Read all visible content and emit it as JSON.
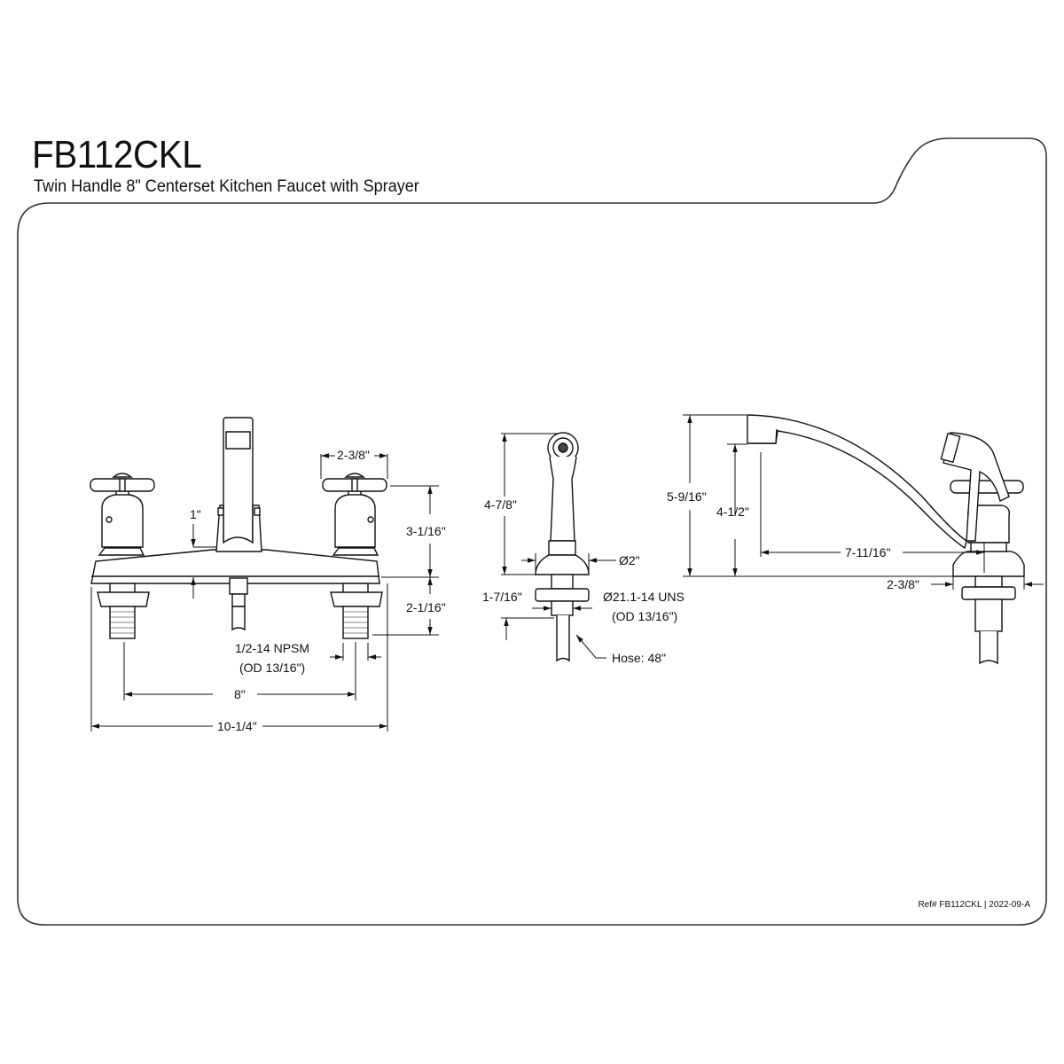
{
  "header": {
    "model": "FB112CKL",
    "description": "Twin Handle 8\" Centerset Kitchen Faucet with Sprayer"
  },
  "footer": {
    "reference": "Ref# FB112CKL | 2022-09-A"
  },
  "front_view": {
    "dimensions": {
      "handle_width": "2-3/8\"",
      "spout_clearance": "1\"",
      "handle_height": "3-1/16\"",
      "shank_length": "2-1/16\"",
      "thread_spec_line1": "1/2-14 NPSM",
      "thread_spec_line2": "(OD 13/16\")",
      "centers": "8\"",
      "overall_width": "10-1/4\""
    }
  },
  "sprayer_view": {
    "dimensions": {
      "sprayer_height": "4-7/8\"",
      "base_diameter": "Ø2\"",
      "shank_length": "1-7/16\"",
      "thread_spec_line1": "Ø21.1-14 UNS",
      "thread_spec_line2": "(OD 13/16\")",
      "hose_length": "Hose: 48\""
    }
  },
  "side_view": {
    "dimensions": {
      "overall_height": "5-9/16\"",
      "spout_height": "4-1/2\"",
      "spout_reach": "7-11/16\"",
      "base_width": "2-3/8\""
    }
  }
}
